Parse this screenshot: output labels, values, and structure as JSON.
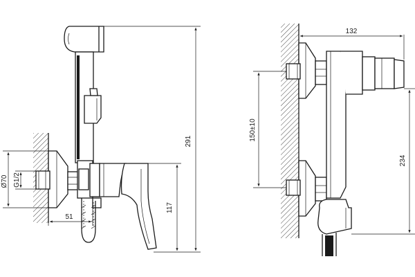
{
  "left_view": {
    "dimensions": {
      "height_total": "291",
      "height_outlet": "117",
      "depth": "51",
      "flange_diameter": "Ø70",
      "thread": "G1/2"
    }
  },
  "right_view": {
    "dimensions": {
      "width": "132",
      "center_distance": "150±10",
      "height": "234"
    }
  },
  "colors": {
    "line": "#1a1a1a",
    "background": "#ffffff"
  }
}
